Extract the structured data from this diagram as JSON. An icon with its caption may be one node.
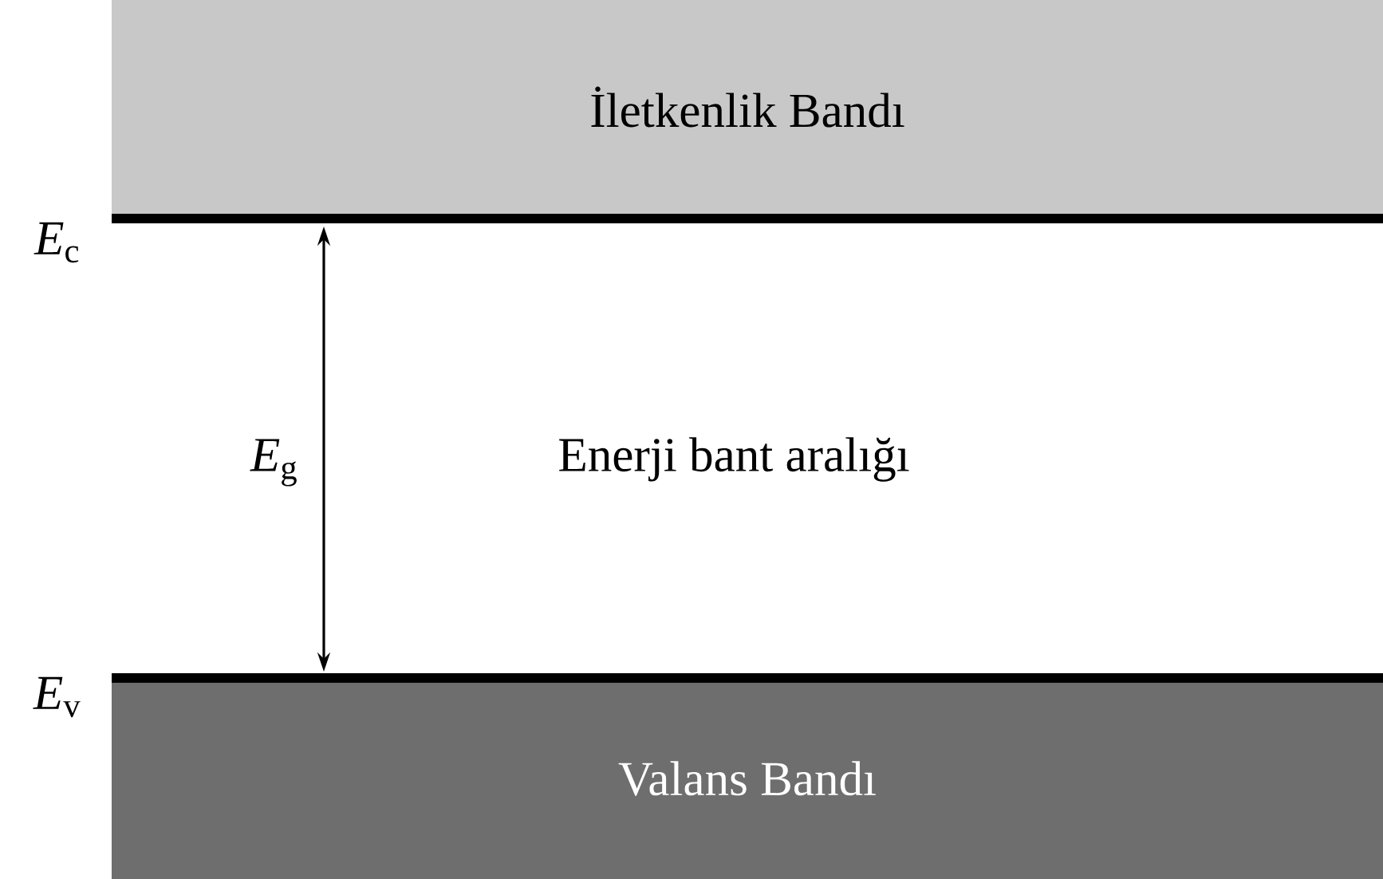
{
  "diagram": {
    "nodes": [
      {
        "text": [
          "İletkenlik Bandı"
        ]
      },
      {
        "text": [
          "Valans Bandı"
        ]
      }
    ],
    "labels": [
      "*E*$_{c}$",
      "*E*$_{g}$",
      "Enerji bant aralığı",
      "*E*$_{v}$"
    ]
  }
}
